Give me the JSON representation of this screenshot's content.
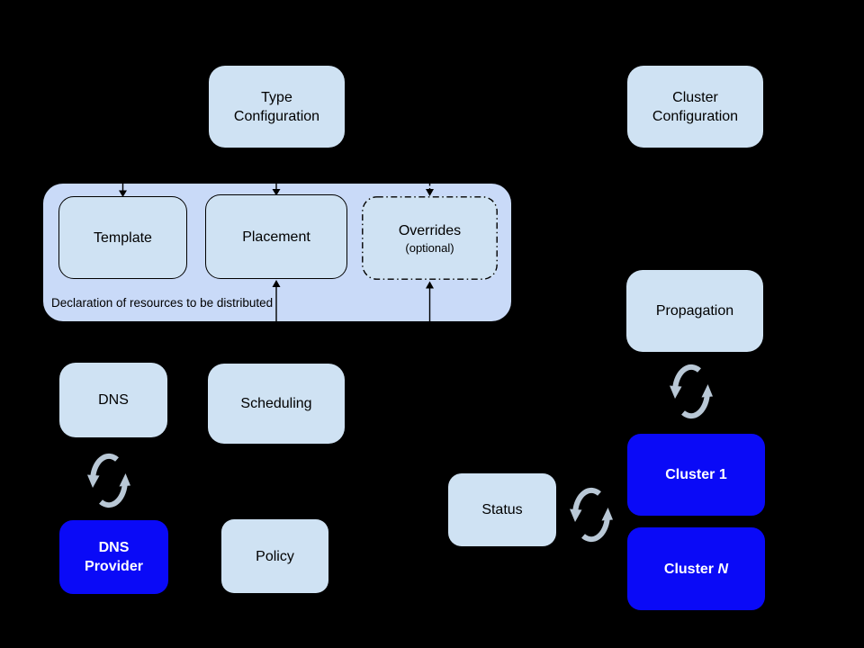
{
  "colors": {
    "background": "#000000",
    "container_fill": "#c9daf8",
    "box_fill": "#cfe2f3",
    "highlight_fill": "#0a0af7",
    "text_dark": "#000000",
    "text_light": "#ffffff",
    "arrow_color": "#000000",
    "sync_color": "#b9c8d6"
  },
  "icons": {
    "sync": "circular-sync-arrows"
  },
  "container": {
    "note": "Declaration of resources to be distributed"
  },
  "nodes": {
    "type_configuration": {
      "lines": [
        "Type",
        "Configuration"
      ]
    },
    "cluster_configuration": {
      "lines": [
        "Cluster",
        "Configuration"
      ]
    },
    "template": {
      "label": "Template"
    },
    "placement": {
      "label": "Placement"
    },
    "overrides": {
      "label": "Overrides",
      "sublabel": "(optional)"
    },
    "dns": {
      "label": "DNS"
    },
    "scheduling": {
      "label": "Scheduling"
    },
    "dns_provider": {
      "lines": [
        "DNS",
        "Provider"
      ]
    },
    "policy": {
      "label": "Policy"
    },
    "propagation": {
      "label": "Propagation"
    },
    "status": {
      "label": "Status"
    },
    "cluster_1": {
      "prefix": "Cluster",
      "suffix": "1"
    },
    "cluster_n": {
      "prefix": "Cluster",
      "suffix": "N"
    }
  }
}
